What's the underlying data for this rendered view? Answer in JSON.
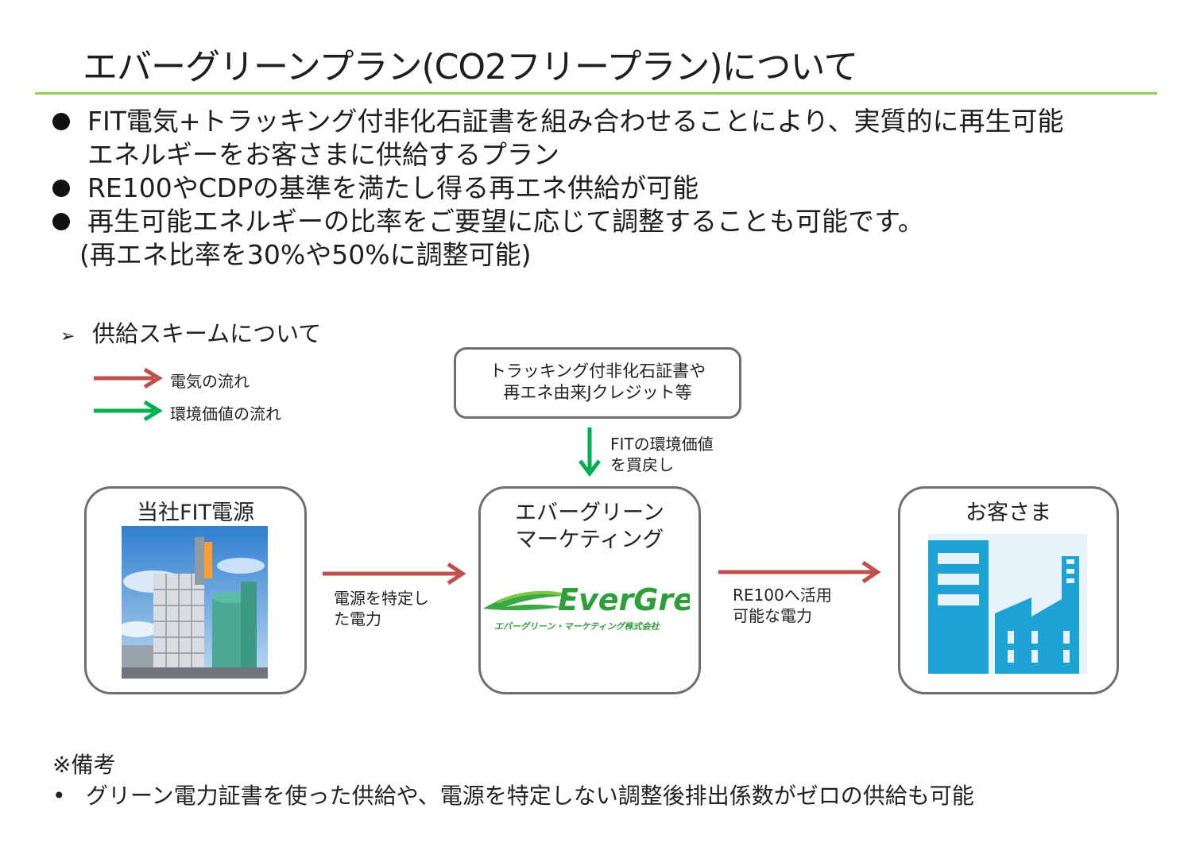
{
  "title": "エバーグリーンプラン(CO2フリープラン)について",
  "bullets": {
    "b1_line1": "FIT電気+トラッキング付非化石証書を組み合わせることにより、実質的に再生可能",
    "b1_line2": "エネルギーをお客さまに供給するプラン",
    "b2": "RE100やCDPの基準を満たし得る再エネ供給が可能",
    "b3_line1": "再生可能エネルギーの比率をご要望に応じて調整することも可能です。",
    "b3_line2": "(再エネ比率を30%や50%に調整可能)"
  },
  "scheme": {
    "heading": "供給スキームについて",
    "legend": {
      "electricity": "電気の流れ",
      "environment": "環境価値の流れ"
    },
    "certificate_box": {
      "line1": "トラッキング付非化石証書や",
      "line2": "再エネ由来Jクレジット等"
    },
    "buyback_label": {
      "line1": "FITの環境価値",
      "line2": "を買戻し"
    },
    "source_box": {
      "title": "当社FIT電源"
    },
    "marketing_box": {
      "line1": "エバーグリーン",
      "line2": "マーケティング",
      "logo_text": "EverGreen",
      "logo_subtext": "エバーグリーン・マーケティング株式会社"
    },
    "customer_box": {
      "title": "お客さま"
    },
    "arrow1_label": {
      "line1": "電源を特定し",
      "line2": "た電力"
    },
    "arrow2_label": {
      "line1": "RE100へ活用",
      "line2": "可能な電力"
    }
  },
  "notes": {
    "heading": "※備考",
    "bullet_mark": "•",
    "item": "グリーン電力証書を使った供給や、電源を特定しない調整後排出係数がゼロの供給も可能"
  },
  "colors": {
    "rule": "#92d050",
    "electricity_arrow": "#c0504d",
    "environment_arrow": "#00b050",
    "factory_blue": "#1ea2d4",
    "logo_green": "#2e9e3a"
  },
  "icons": {
    "bullet": "black-circle",
    "scheme_marker": "arrowhead-marker",
    "power_plant": "power-plant-photo",
    "factory": "factory-icon",
    "logo": "evergreen-logo"
  }
}
